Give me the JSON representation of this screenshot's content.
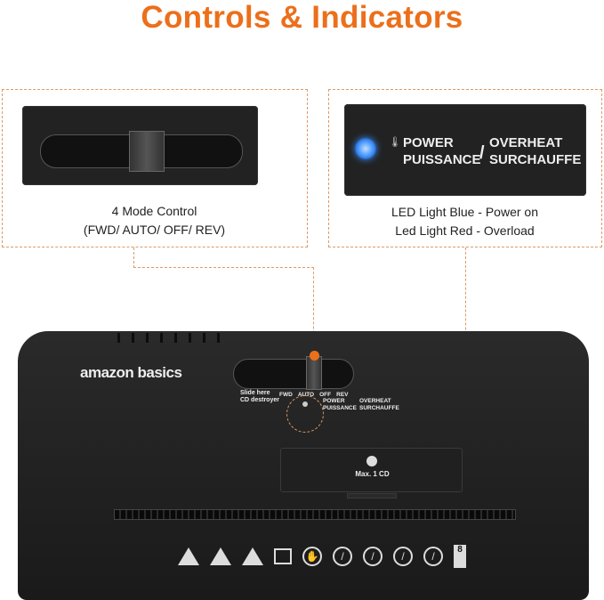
{
  "title": "Controls & Indicators",
  "left_callout": {
    "caption_line1": "4 Mode Control",
    "caption_line2": "(FWD/ AUTO/ OFF/ REV)"
  },
  "right_callout": {
    "power": "POWER",
    "puissance": "PUISSANCE",
    "overheat": "OVERHEAT",
    "surchauffe": "SURCHAUFFE",
    "caption_line1": "LED Light Blue - Power on",
    "caption_line2": "Led Light Red - Overload",
    "led_color": "#3a8dff"
  },
  "shredder": {
    "brand": "amazon basics",
    "slide_here": "Slide here",
    "cd_destroyer": "CD destroyer",
    "modes": [
      "FWD",
      "AUTO",
      "OFF",
      "REV"
    ],
    "power": "POWER",
    "puissance": "PUISSANCE",
    "overheat": "OVERHEAT",
    "surchauffe": "SURCHAUFFE",
    "cd_label": "Max. 1 CD",
    "sheet_capacity": "8",
    "warning_icons": [
      "warning-icon",
      "hand-hazard-icon",
      "entanglement-icon",
      "manual-icon",
      "no-hands-icon",
      "no-tie-icon",
      "no-children-icon",
      "no-hair-icon",
      "no-pets-icon"
    ]
  },
  "colors": {
    "accent": "#ec6f1a",
    "callout_border": "#dd9a66"
  }
}
